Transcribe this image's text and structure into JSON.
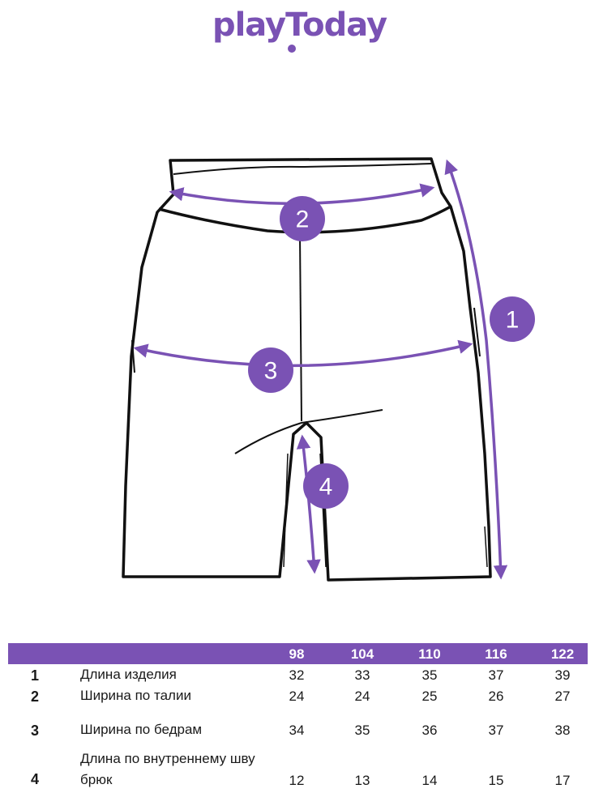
{
  "brand": {
    "name": "playToday",
    "color": "#7a52b4"
  },
  "diagram": {
    "markers": [
      {
        "id": "1",
        "label": "1"
      },
      {
        "id": "2",
        "label": "2"
      },
      {
        "id": "3",
        "label": "3"
      },
      {
        "id": "4",
        "label": "4"
      }
    ]
  },
  "table": {
    "header_color": "#7a52b4",
    "sizes": [
      "98",
      "104",
      "110",
      "116",
      "122"
    ],
    "rows": [
      {
        "num": "1",
        "label": "Длина изделия",
        "values": [
          "32",
          "33",
          "35",
          "37",
          "39"
        ]
      },
      {
        "num": "2",
        "label": "Ширина по талии",
        "values": [
          "24",
          "24",
          "25",
          "26",
          "27"
        ]
      },
      {
        "num": "3",
        "label": "Ширина по бедрам",
        "values": [
          "34",
          "35",
          "36",
          "37",
          "38"
        ]
      },
      {
        "num": "4",
        "label": "Длина по внутреннему шву брюк",
        "values": [
          "12",
          "13",
          "14",
          "15",
          "17"
        ]
      }
    ]
  }
}
